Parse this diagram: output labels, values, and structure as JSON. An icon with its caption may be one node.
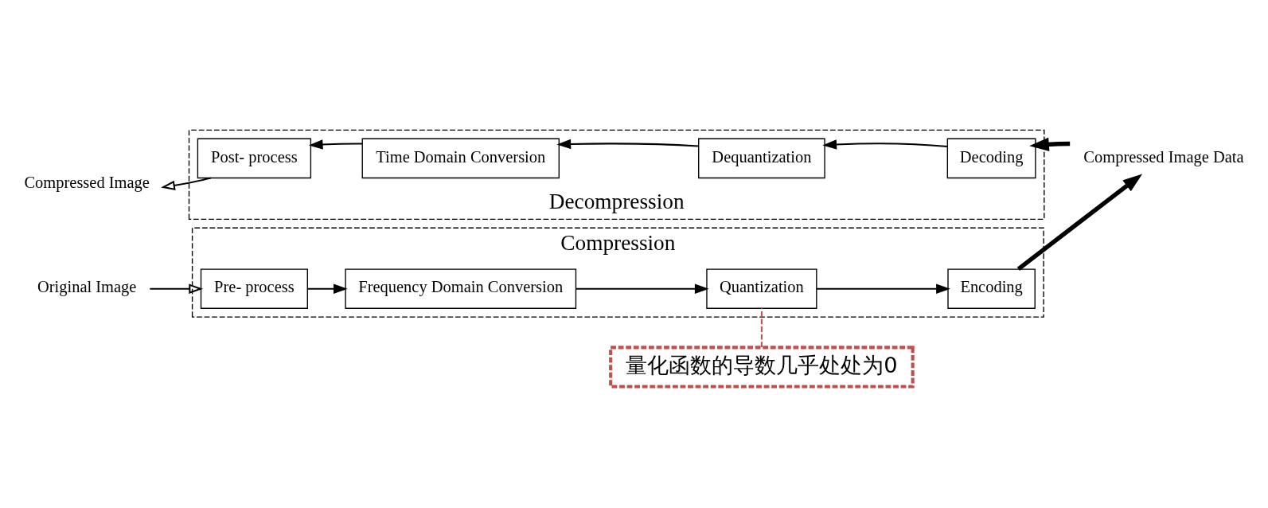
{
  "diagram": {
    "nodes": [
      {
        "text": [
          "Compression"
        ]
      },
      {
        "text": [
          "Pre- process"
        ],
        "in": 0
      },
      {
        "text": [
          "Frequency Domain Conversion"
        ],
        "in": 0
      },
      {
        "text": [
          "Quantization"
        ],
        "in": 0
      },
      {
        "text": [
          "Encoding"
        ],
        "in": 0
      },
      {
        "text": [
          "Decompression"
        ]
      },
      {
        "text": [
          "Post- process"
        ],
        "in": 5
      },
      {
        "text": [
          "Time Domain Conversion"
        ],
        "in": 5
      },
      {
        "text": [
          "Dequantization"
        ],
        "in": 5
      },
      {
        "text": [
          "Decoding"
        ],
        "in": 5
      },
      {
        "text": [
          "Original Image"
        ]
      },
      {
        "text": [
          "Compressed Image Data"
        ]
      },
      {
        "text": [
          "Compressed Image"
        ]
      },
      {
        "text": [
          "量化函数的导数几乎处处为0"
        ]
      }
    ],
    "edges": [
      {
        "from": 10,
        "to": 1,
        "arrow": "to"
      },
      {
        "from": 1,
        "to": 2,
        "arrow": "to"
      },
      {
        "from": 2,
        "to": 3,
        "arrow": "to"
      },
      {
        "from": 3,
        "to": 4,
        "arrow": "to"
      },
      {
        "from": 4,
        "to": 11,
        "arrow": "to",
        "style": "thick"
      },
      {
        "from": 11,
        "to": 9,
        "arrow": "to",
        "style": "thick"
      },
      {
        "from": 9,
        "to": 8,
        "arrow": "to"
      },
      {
        "from": 8,
        "to": 7,
        "arrow": "to"
      },
      {
        "from": 7,
        "to": 6,
        "arrow": "to"
      },
      {
        "from": 6,
        "to": 12,
        "arrow": "to"
      },
      {
        "from": 13,
        "to": 3,
        "arrow": "none",
        "style": "dashed",
        "color": "#c0504d"
      }
    ]
  }
}
